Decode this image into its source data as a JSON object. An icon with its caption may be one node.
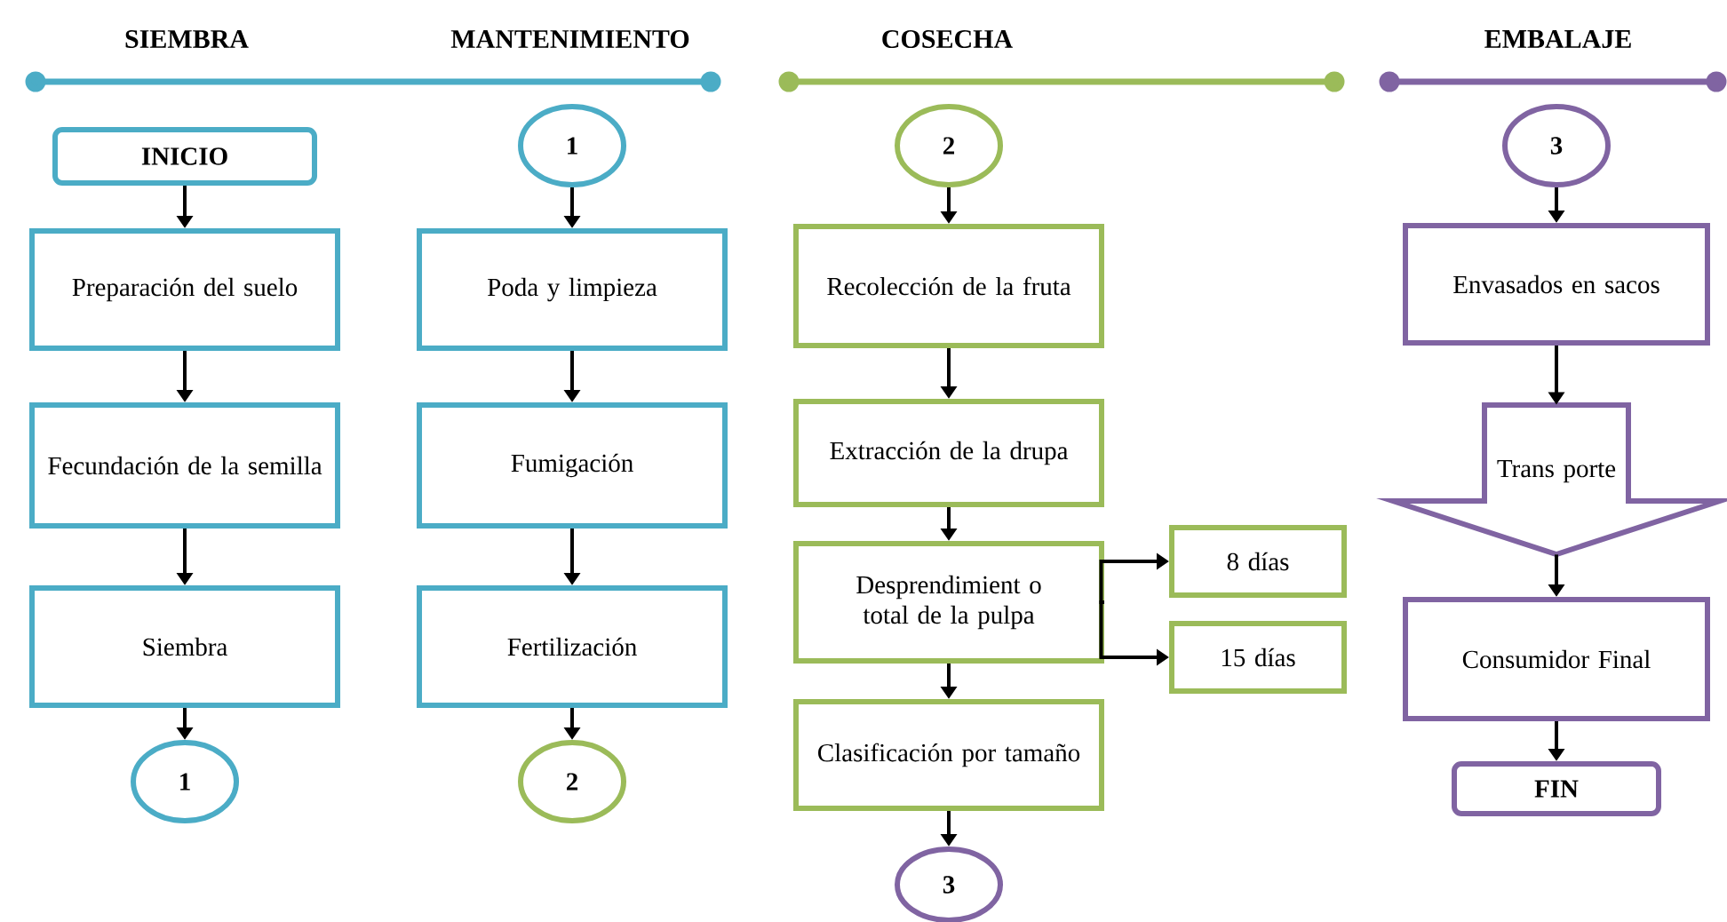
{
  "diagram": {
    "nodes": [
      {
        "text": [
          "INICIO"
        ]
      },
      {
        "text": [
          "Preparación del suelo"
        ]
      },
      {
        "text": [
          "Fecundación de la semilla"
        ]
      },
      {
        "text": [
          "Siembra"
        ]
      },
      {
        "text": [
          "1"
        ]
      },
      {
        "text": [
          "1"
        ]
      },
      {
        "text": [
          "Poda y limpieza"
        ]
      },
      {
        "text": [
          "Fumigación"
        ]
      },
      {
        "text": [
          "Fertilización"
        ]
      },
      {
        "text": [
          "2"
        ]
      },
      {
        "text": [
          "2"
        ]
      },
      {
        "text": [
          "Recolección de la fruta"
        ]
      },
      {
        "text": [
          "Extracción de la drupa"
        ]
      },
      {
        "text": [
          "Desprendimient o total de la pulpa"
        ]
      },
      {
        "text": [
          "Clasificación por tamaño"
        ]
      },
      {
        "text": [
          "3"
        ]
      },
      {
        "text": [
          "8 días"
        ]
      },
      {
        "text": [
          "15 días"
        ]
      },
      {
        "text": [
          "3"
        ]
      },
      {
        "text": [
          "Envasados en sacos"
        ]
      },
      {
        "text": [
          "Trans porte"
        ]
      },
      {
        "text": [
          "Consumidor Final"
        ]
      },
      {
        "text": [
          "FIN"
        ]
      }
    ],
    "edges": [
      {
        "from": 0,
        "to": 1,
        "arrow": "to"
      },
      {
        "from": 1,
        "to": 2,
        "arrow": "to"
      },
      {
        "from": 2,
        "to": 3,
        "arrow": "to"
      },
      {
        "from": 3,
        "to": 4,
        "arrow": "to"
      },
      {
        "from": 5,
        "to": 6,
        "arrow": "to"
      },
      {
        "from": 6,
        "to": 7,
        "arrow": "to"
      },
      {
        "from": 7,
        "to": 8,
        "arrow": "to"
      },
      {
        "from": 8,
        "to": 9,
        "arrow": "to"
      },
      {
        "from": 10,
        "to": 11,
        "arrow": "to"
      },
      {
        "from": 11,
        "to": 12,
        "arrow": "to"
      },
      {
        "from": 12,
        "to": 13,
        "arrow": "to"
      },
      {
        "from": 13,
        "to": 14,
        "arrow": "to"
      },
      {
        "from": 14,
        "to": 15,
        "arrow": "to"
      },
      {
        "from": 13,
        "to": 16,
        "arrow": "to"
      },
      {
        "from": 13,
        "to": 17,
        "arrow": "to"
      },
      {
        "from": 18,
        "to": 19,
        "arrow": "to"
      },
      {
        "from": 19,
        "to": 20,
        "arrow": "to"
      },
      {
        "from": 20,
        "to": 21,
        "arrow": "to"
      },
      {
        "from": 21,
        "to": 22,
        "arrow": "to"
      }
    ],
    "labels": [
      "SIEMBRA",
      "MANTENIMIENTO",
      "COSECHA",
      "EMBALAJE"
    ]
  }
}
